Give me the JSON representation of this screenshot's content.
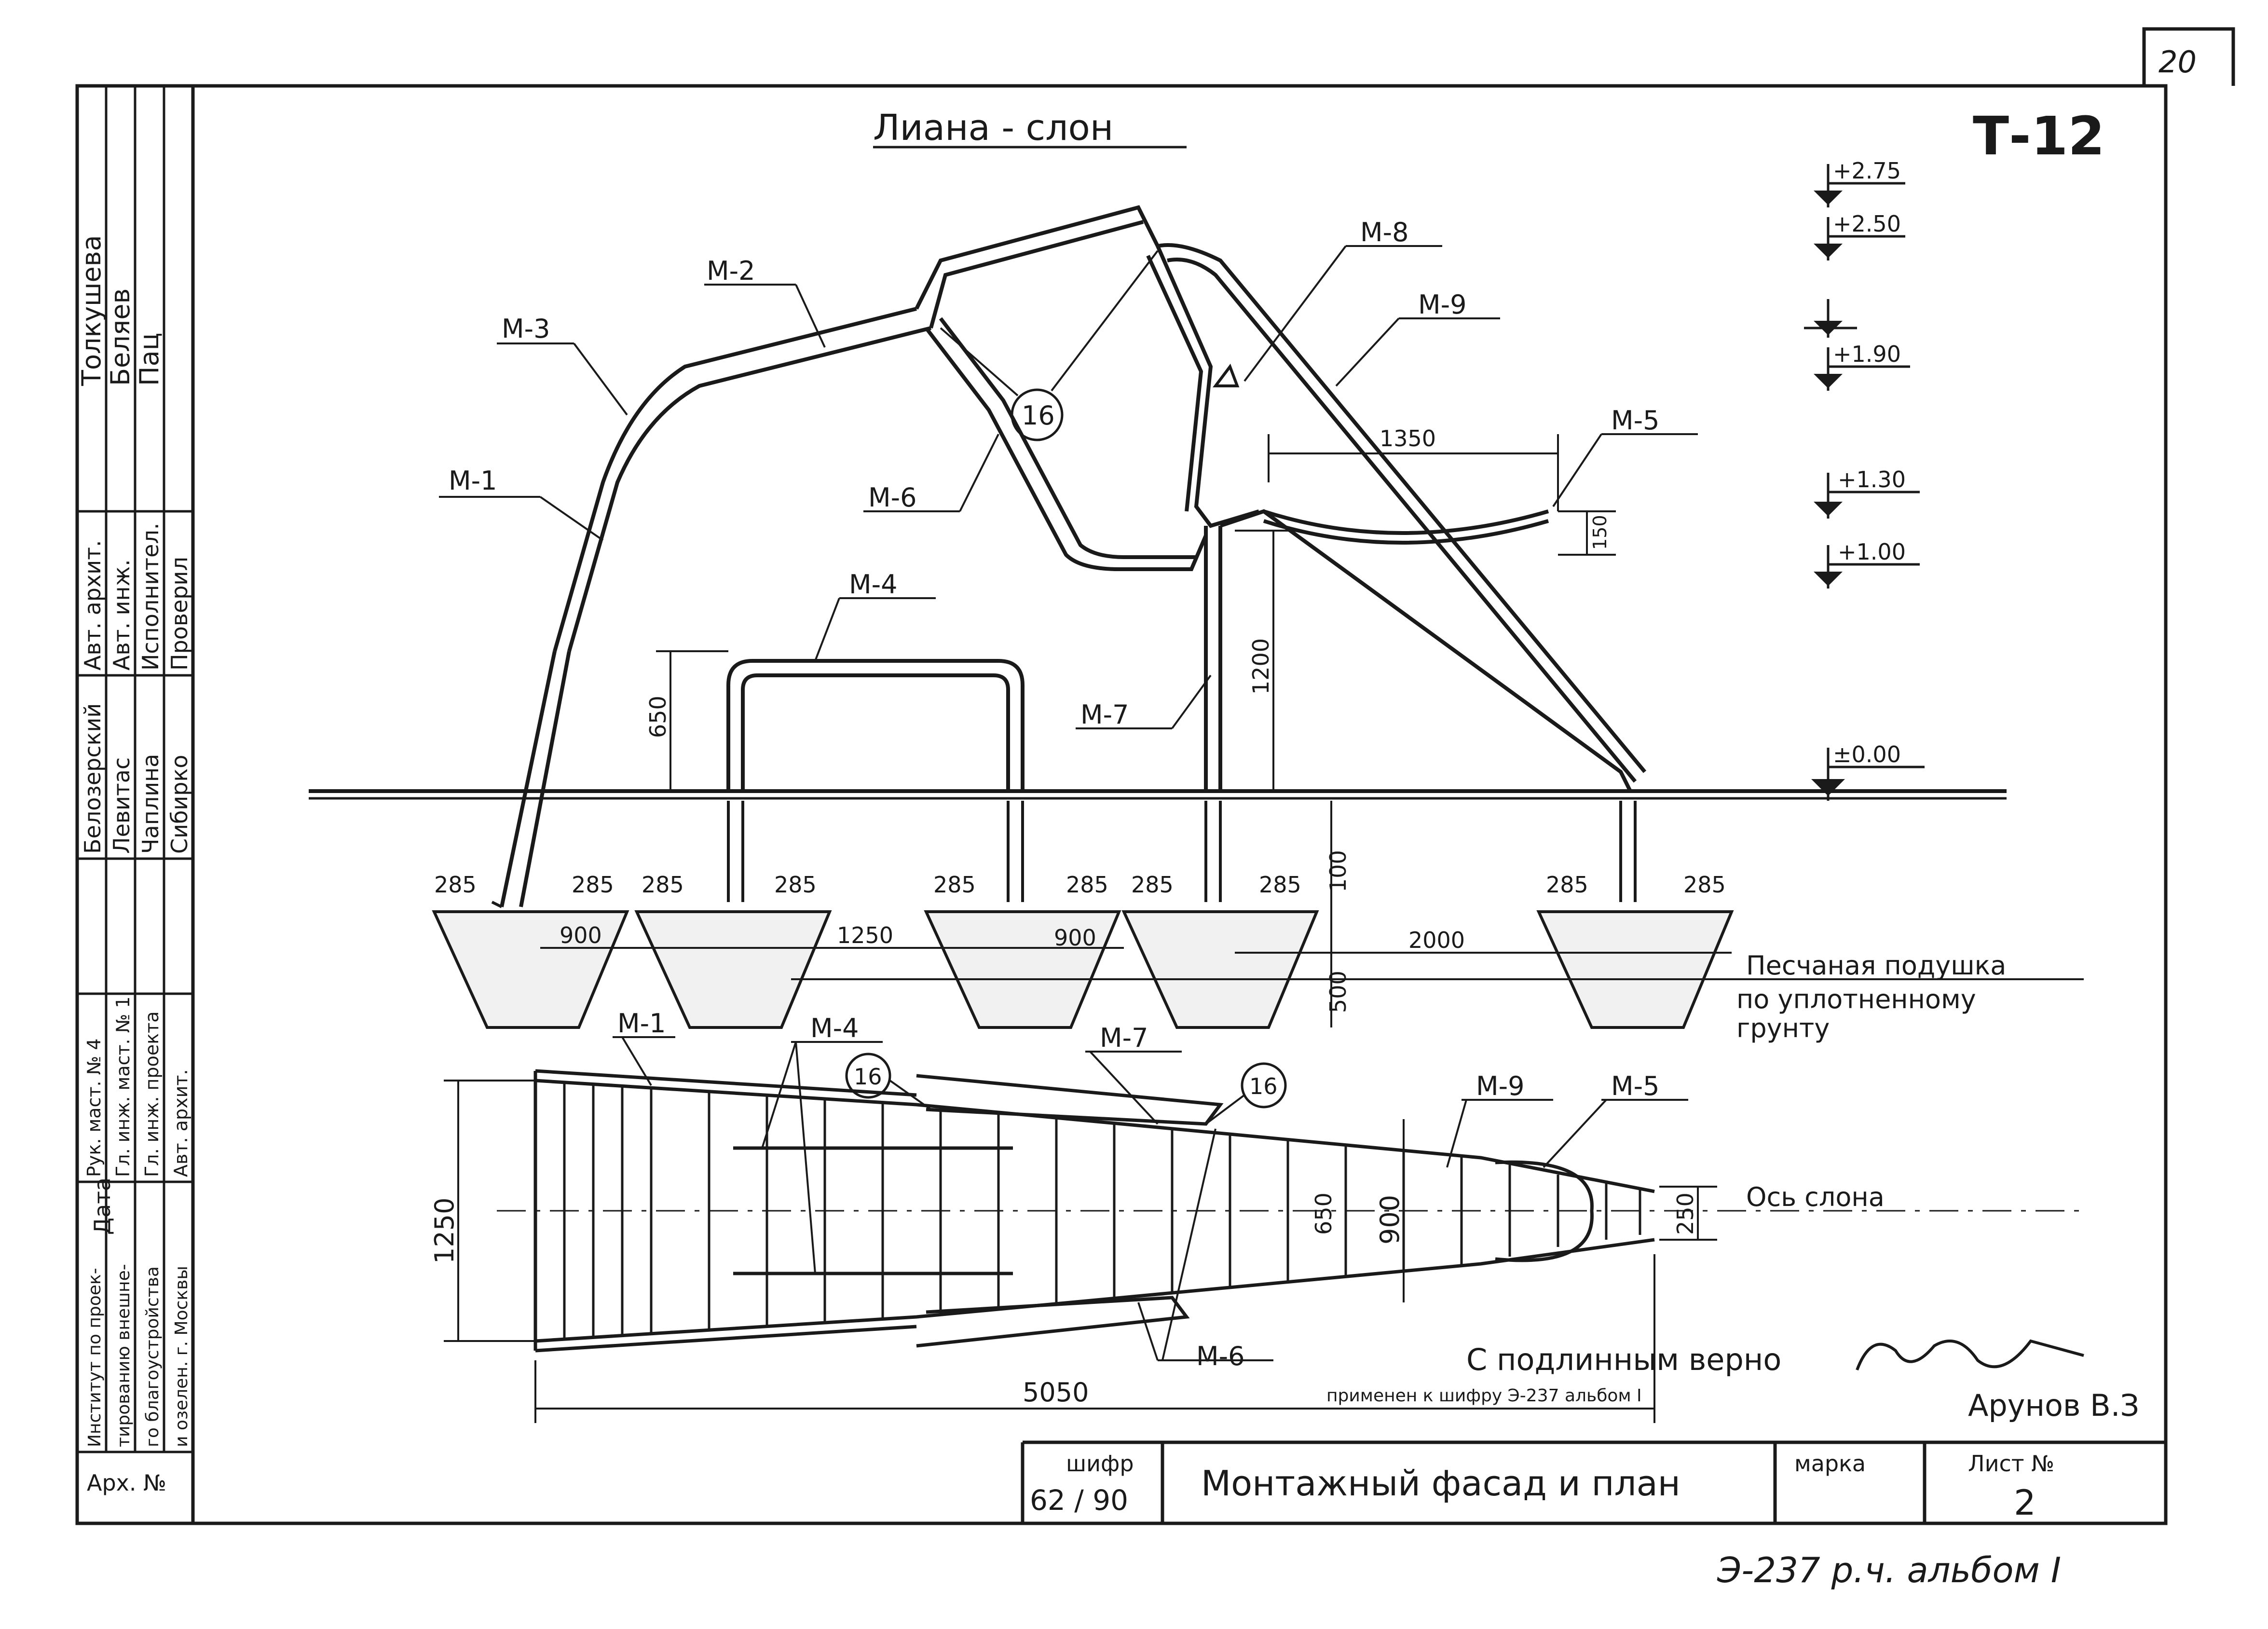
{
  "sheet_number_corner": "20",
  "drawing_code": "Т-12",
  "title": "Лиана - слон",
  "elevations": [
    "+2.75",
    "+2.50",
    "+1.90",
    "+1.30",
    "+1.00",
    "±0.00"
  ],
  "part_labels": {
    "m1": "М-1",
    "m2": "М-2",
    "m3": "М-3",
    "m4": "М-4",
    "m5": "М-5",
    "m6": "М-6",
    "m7": "М-7",
    "m8": "М-8",
    "m9": "М-9",
    "node": "16"
  },
  "dimensions": {
    "d1350": "1350",
    "d150": "150",
    "d1200": "1200",
    "d650": "650",
    "d285": "285",
    "d100": "100",
    "d900": "900",
    "d1250": "1250",
    "d2000": "2000",
    "d500": "500",
    "d5050": "5050",
    "d250": "250"
  },
  "notes": {
    "sand_cushion_1": "Песчаная подушка",
    "sand_cushion_2": "по уплотненному",
    "sand_cushion_3": "грунту",
    "axis": "Ось слона",
    "certified": "С подлинным верно",
    "applied": "применен к шифру Э-237 альбом I",
    "certifier": "Арунов В.З"
  },
  "left_stamp": {
    "names_top": [
      "Толкушева",
      "Беляев",
      "Пац"
    ],
    "role_row": [
      "Авт. архит.",
      "Авт. инж.",
      "Исполнител.",
      "Проверил"
    ],
    "names_row": [
      "Белозерский",
      "Левитас",
      "Чаплина",
      "Сибирко"
    ],
    "positions": [
      "Рук. маст. № 4",
      "Гл. инж. маст. № 1",
      "Гл. инж. проекта",
      "Авт. архит."
    ],
    "date_label": "Дата",
    "institute": [
      "Институт по проек-",
      "тированию внешне-",
      "го благоустройства",
      "и озелен. г. Москвы"
    ],
    "arch_no": "Арх. №"
  },
  "title_block": {
    "shifr_label": "шифр",
    "shifr_value": "62 / 90",
    "sheet_title": "Монтажный фасад и план",
    "marka_label": "марка",
    "list_label": "Лист №",
    "list_value": "2"
  },
  "footer": "Э-237 р.ч. альбом I"
}
